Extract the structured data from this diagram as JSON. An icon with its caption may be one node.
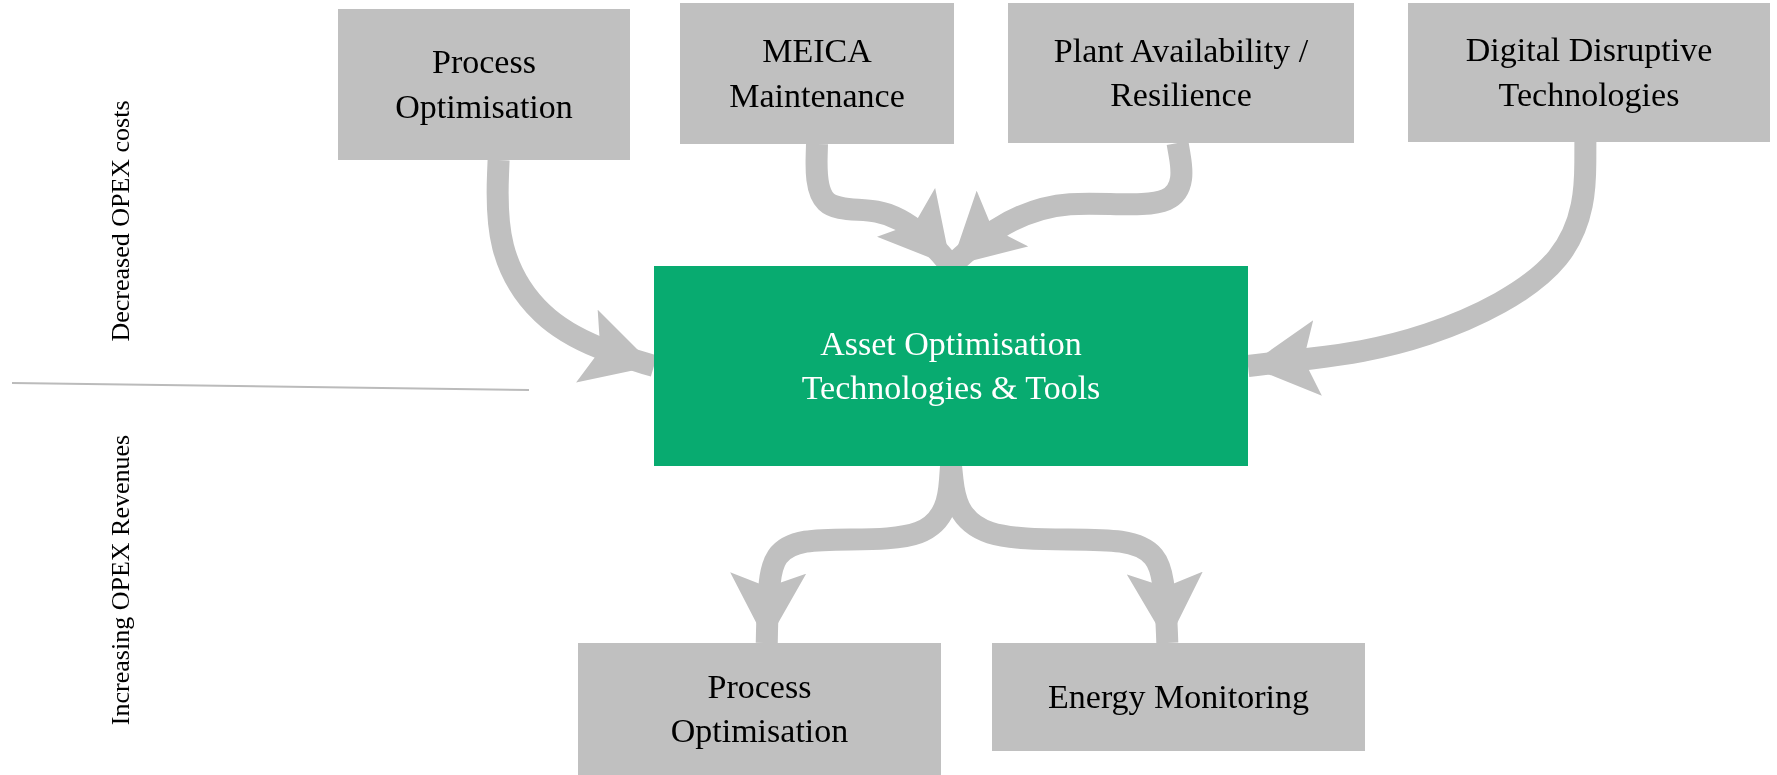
{
  "diagram": {
    "nodes": [
      {
        "text": [
          "Process Optimisation"
        ]
      },
      {
        "text": [
          "MEICA Maintenance"
        ]
      },
      {
        "text": [
          "Plant Availability / Resilience"
        ]
      },
      {
        "text": [
          "Digital Disruptive Technologies"
        ]
      },
      {
        "text": [
          "Asset Optimisation Technologies & Tools"
        ]
      },
      {
        "text": [
          "Process Optimisation"
        ]
      },
      {
        "text": [
          "Energy Monitoring"
        ]
      }
    ],
    "edges": [
      {
        "from": 0,
        "to": 4,
        "arrow": "to"
      },
      {
        "from": 1,
        "to": 4,
        "arrow": "to"
      },
      {
        "from": 2,
        "to": 4,
        "arrow": "to"
      },
      {
        "from": 3,
        "to": 4,
        "arrow": "to"
      },
      {
        "from": 4,
        "to": 5,
        "arrow": "to"
      },
      {
        "from": 4,
        "to": 6,
        "arrow": "to"
      }
    ],
    "labels": [
      "Decreased OPEX costs",
      "Increasing OPEX Revenues"
    ]
  }
}
